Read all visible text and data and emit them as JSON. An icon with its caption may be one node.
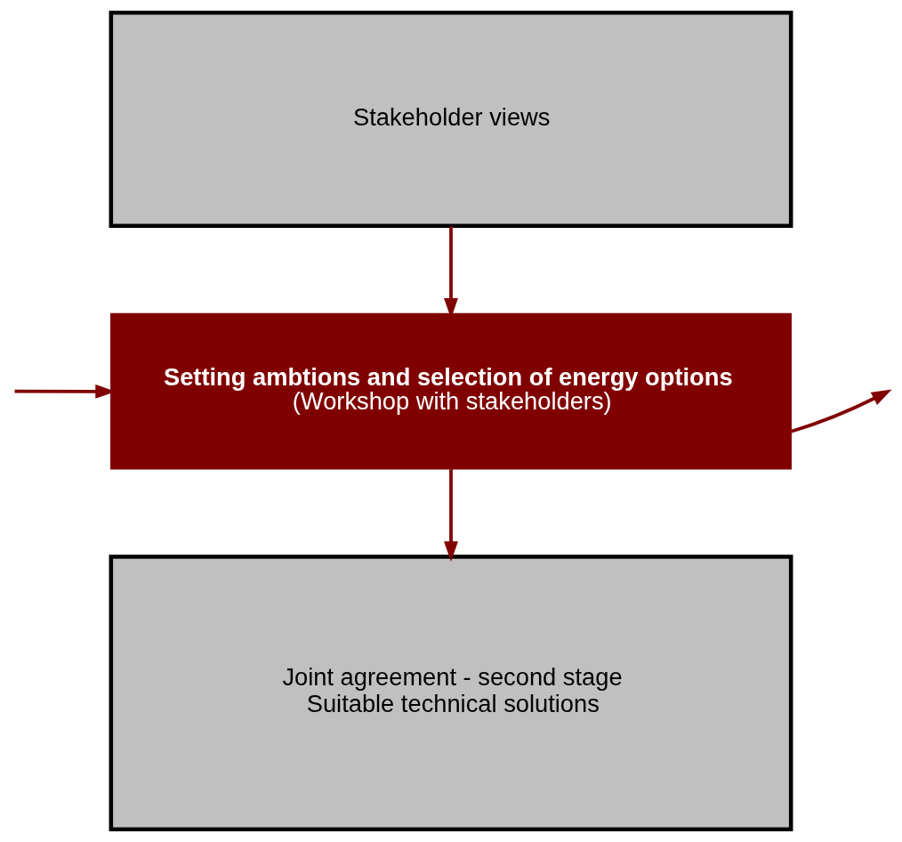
{
  "diagram": {
    "nodes": [
      {
        "text": [
          "Stakeholder views"
        ]
      },
      {
        "text": [
          "Setting ambtions and selection of energy options",
          "(Workshop with stakeholders)"
        ]
      },
      {
        "text": [
          "Joint agreement - second stage",
          "Suitable technical solutions"
        ]
      }
    ],
    "edges": [
      {
        "from": 0,
        "to": 1,
        "arrow": "to"
      },
      {
        "from": 1,
        "to": null,
        "arrow": "to"
      },
      {
        "from": null,
        "to": 1,
        "arrow": "to"
      },
      {
        "from": 1,
        "to": 2,
        "arrow": "to"
      }
    ]
  }
}
